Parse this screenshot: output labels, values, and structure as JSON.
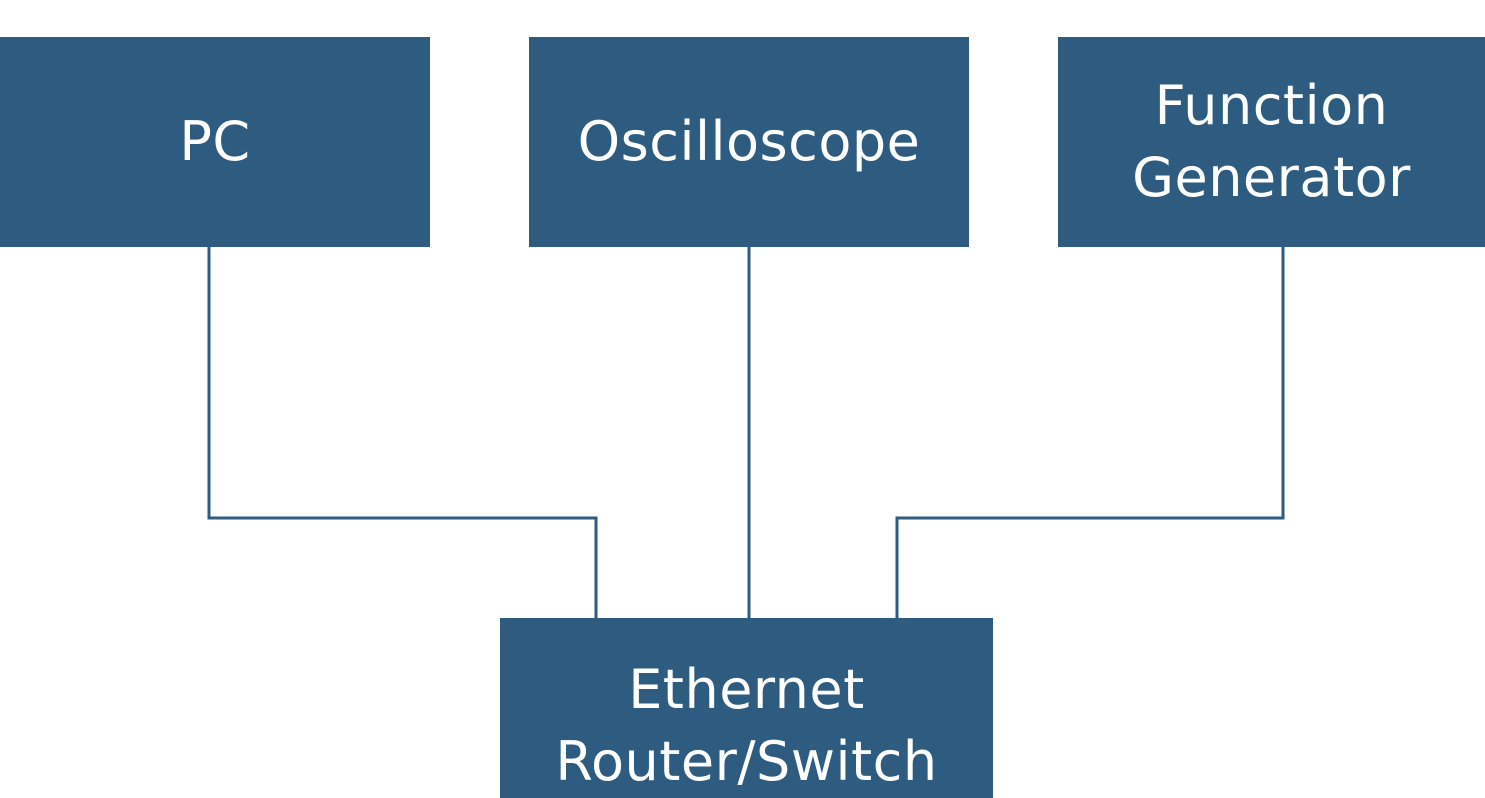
{
  "diagram": {
    "nodes": [
      {
        "id": "pc",
        "label": "PC"
      },
      {
        "id": "oscilloscope",
        "label": "Oscilloscope"
      },
      {
        "id": "function_generator",
        "label": "Function\nGenerator"
      },
      {
        "id": "ethernet_router_switch",
        "label": "Ethernet\nRouter/Switch"
      }
    ],
    "edges": [
      {
        "from": "pc",
        "to": "ethernet_router_switch"
      },
      {
        "from": "oscilloscope",
        "to": "ethernet_router_switch"
      },
      {
        "from": "function_generator",
        "to": "ethernet_router_switch"
      }
    ],
    "colors": {
      "box_fill": "#2d5c80",
      "box_text": "#ffffff",
      "connector": "#2d5c80",
      "background": "#ffffff"
    }
  }
}
